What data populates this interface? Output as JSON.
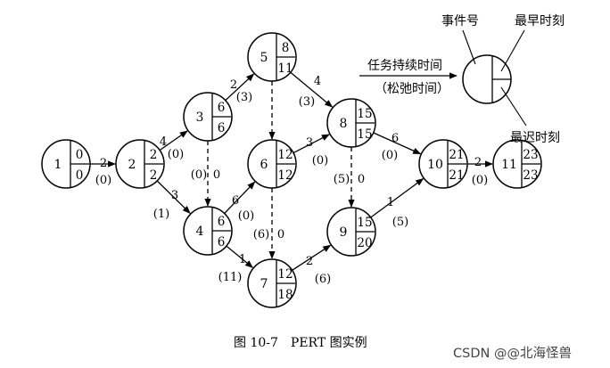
{
  "events": [
    {
      "num": "1",
      "earliest": "0",
      "latest": "0"
    },
    {
      "num": "2",
      "earliest": "2",
      "latest": "2"
    },
    {
      "num": "3",
      "earliest": "6",
      "latest": "6"
    },
    {
      "num": "4",
      "earliest": "6",
      "latest": "6"
    },
    {
      "num": "5",
      "earliest": "8",
      "latest": "11"
    },
    {
      "num": "6",
      "earliest": "12",
      "latest": "12"
    },
    {
      "num": "7",
      "earliest": "12",
      "latest": "18"
    },
    {
      "num": "8",
      "earliest": "15",
      "latest": "15"
    },
    {
      "num": "9",
      "earliest": "15",
      "latest": "20"
    },
    {
      "num": "10",
      "earliest": "21",
      "latest": "21"
    },
    {
      "num": "11",
      "earliest": "23",
      "latest": "23"
    }
  ],
  "activities": [
    {
      "from": "1",
      "to": "2",
      "duration": "2",
      "slack": "(0)",
      "dummy": false
    },
    {
      "from": "2",
      "to": "3",
      "duration": "4",
      "slack": "(0)",
      "dummy": false
    },
    {
      "from": "2",
      "to": "4",
      "duration": "3",
      "slack": "(1)",
      "dummy": false
    },
    {
      "from": "3",
      "to": "5",
      "duration": "2",
      "slack": "(3)",
      "dummy": false
    },
    {
      "from": "3",
      "to": "4",
      "duration": "0",
      "slack": "(0)",
      "dummy": true
    },
    {
      "from": "4",
      "to": "6",
      "duration": "6",
      "slack": "(0)",
      "dummy": false
    },
    {
      "from": "4",
      "to": "7",
      "duration": "1",
      "slack": "(11)",
      "dummy": false
    },
    {
      "from": "5",
      "to": "8",
      "duration": "4",
      "slack": "(3)",
      "dummy": false
    },
    {
      "from": "5",
      "to": "6",
      "duration": "",
      "slack": "",
      "dummy": true
    },
    {
      "from": "6",
      "to": "8",
      "duration": "3",
      "slack": "(0)",
      "dummy": false
    },
    {
      "from": "6",
      "to": "7",
      "duration": "0",
      "slack": "(6)",
      "dummy": true
    },
    {
      "from": "7",
      "to": "9",
      "duration": "2",
      "slack": "(6)",
      "dummy": false
    },
    {
      "from": "8",
      "to": "9",
      "duration": "0",
      "slack": "(5)",
      "dummy": true
    },
    {
      "from": "8",
      "to": "10",
      "duration": "6",
      "slack": "(0)",
      "dummy": false
    },
    {
      "from": "9",
      "to": "10",
      "duration": "1",
      "slack": "(5)",
      "dummy": false
    },
    {
      "from": "10",
      "to": "11",
      "duration": "2",
      "slack": "(0)",
      "dummy": false
    }
  ],
  "legend": {
    "event_number": "事件号",
    "earliest_time": "最早时刻",
    "latest_time": "最迟时刻",
    "task_duration": "任务持续时间",
    "slack_time": "（松弛时间）"
  },
  "caption": "图 10-7　PERT 图实例",
  "watermark": "CSDN @@北海怪兽"
}
